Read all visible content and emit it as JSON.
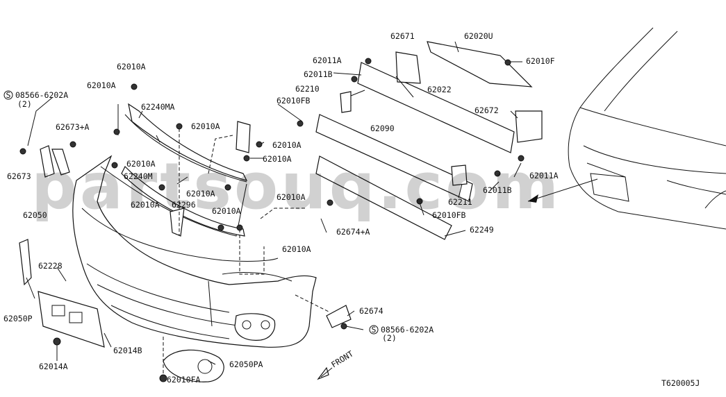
{
  "watermark": "partsouq.com",
  "diagram_code": "T620005J",
  "front_label": "FRONT",
  "labels": [
    "62010A",
    "08566-6202A",
    "(2)",
    "62010A",
    "62240MA",
    "62673+A",
    "62673",
    "62010A",
    "62010A",
    "62010A",
    "62240M",
    "62010A",
    "62010A",
    "62296",
    "62050",
    "62010A",
    "62010A",
    "62010A",
    "62674+A",
    "62010A",
    "62228",
    "62050P",
    "62014B",
    "62014A",
    "62010FA",
    "62050PA",
    "62674",
    "08566-6202A",
    "(2)",
    "62671",
    "62020U",
    "62011A",
    "62010F",
    "62011B",
    "62210",
    "62022",
    "62010FB",
    "62090",
    "62672",
    "62011A",
    "62011B",
    "62211",
    "62010FB",
    "62249"
  ]
}
